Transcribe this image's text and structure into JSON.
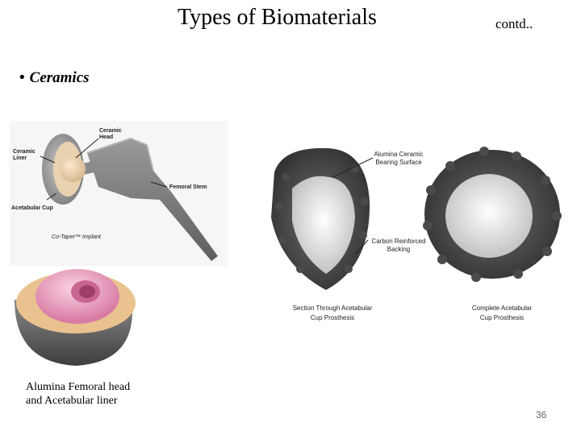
{
  "slide": {
    "title": "Types of Biomaterials",
    "contd": "contd..",
    "bullet": "Ceramics",
    "page_number": "36"
  },
  "hip_implant": {
    "labels": {
      "ceramic_head": "Ceramic Head",
      "ceramic_liner": "Ceramic Liner",
      "acetabular_cup": "Acetabular Cup",
      "femoral_stem": "Femoral Stem",
      "implant_name": "Co-Taper™ Implant"
    }
  },
  "liner_photo": {
    "caption_line1": "Alumina Femoral head",
    "caption_line2": "and Acetabular liner"
  },
  "cup_diagram": {
    "labels": {
      "bearing_surface_line1": "Alumina Ceramic",
      "bearing_surface_line2": "Bearing Surface",
      "backing_line1": "Carbon Reinforced",
      "backing_line2": "Backing",
      "section_line1": "Section Through Acetabular",
      "section_line2": "Cup Prosthesis",
      "complete_line1": "Complete Acetabular",
      "complete_line2": "Cup Prosthesis"
    }
  }
}
